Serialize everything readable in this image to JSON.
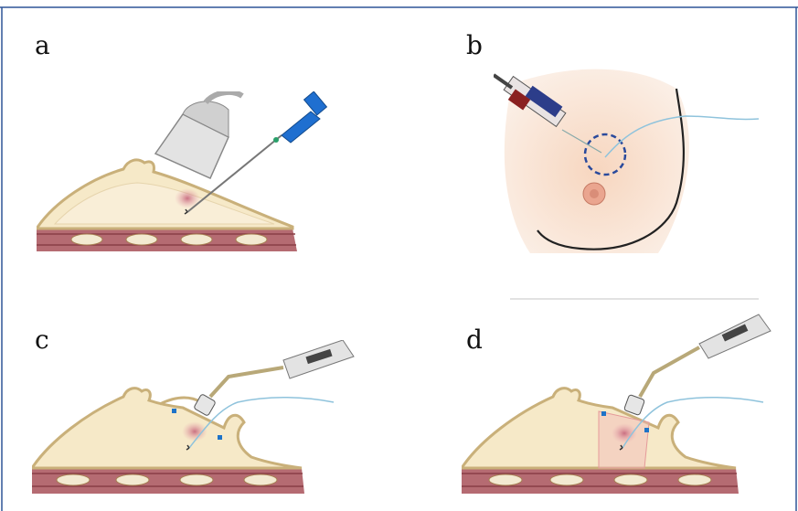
{
  "panels": [
    {
      "id": "a",
      "label": "a"
    },
    {
      "id": "b",
      "label": "b"
    },
    {
      "id": "c",
      "label": "c"
    },
    {
      "id": "d",
      "label": "d"
    }
  ],
  "colors": {
    "border": "#2f5597",
    "breast_fill": "#f6e9c8",
    "breast_outline": "#c9b07a",
    "muscle": "#b56b72",
    "rib": "#f3ead1",
    "skin": "#f7dcc6",
    "lesion": "#c5647a",
    "needle_handle": "#1f6fd0",
    "wire": "#8fc3dc",
    "probe": "#d9d9d9",
    "marker": "#1e73c8"
  }
}
